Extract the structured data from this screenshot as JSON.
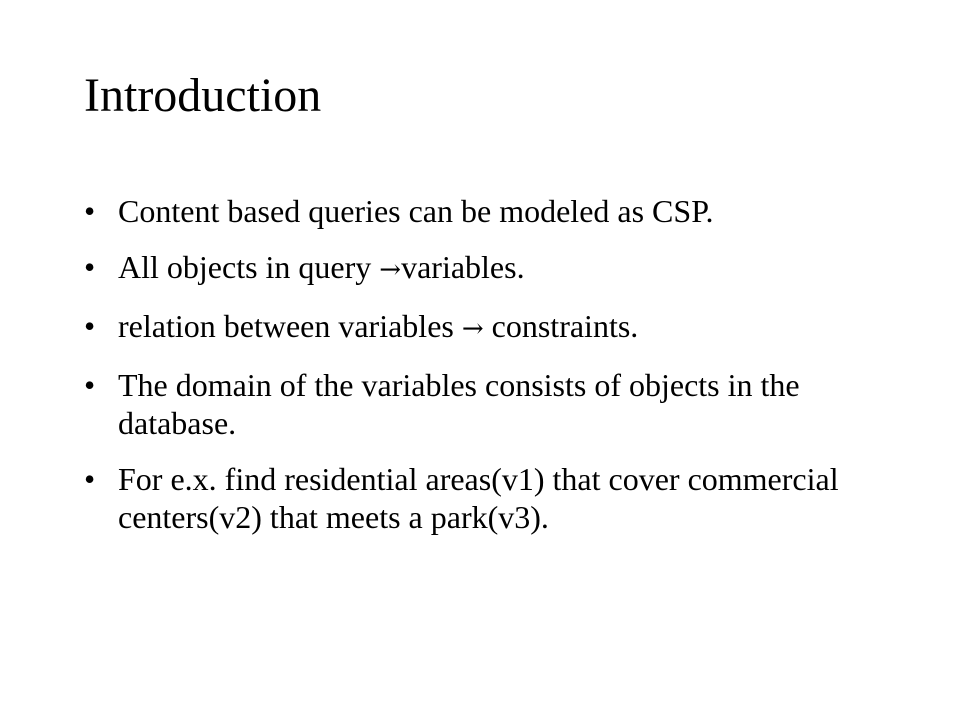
{
  "slide": {
    "title": "Introduction",
    "bullet_char": "•",
    "bullets": [
      {
        "text": "Content based queries can be modeled as CSP."
      },
      {
        "pre": "All objects in query ",
        "arrow": "→",
        "post": "variables."
      },
      {
        "pre": "relation between variables ",
        "arrow": "→",
        "post": " constraints."
      },
      {
        "text": "The domain of the variables consists of objects in the database."
      },
      {
        "text": "For e.x. find residential areas(v1) that cover commercial centers(v2) that meets a park(v3)."
      }
    ]
  }
}
